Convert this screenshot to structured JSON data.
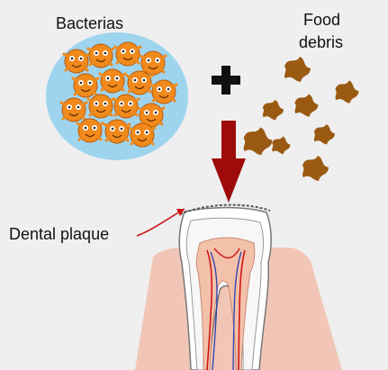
{
  "labels": {
    "bacteria": "Bacterias",
    "food_line1": "Food",
    "food_line2": "debris",
    "plaque": "Dental plaque"
  },
  "colors": {
    "background": "#efefef",
    "bacteria_circle": "#9ed4ee",
    "bacteria_body": "#f08a1c",
    "food_debris": "#9a5a12",
    "arrow": "#9e0b0b",
    "plaque_pointer": "#cc1111",
    "gum": "#f2c6b6",
    "tooth_enamel": "#ffffff",
    "pulp": "#f3c1aa",
    "nerve": "#d01818",
    "vessel": "#2b3fb0"
  },
  "icons": {
    "plus": "plus-icon",
    "arrow": "down-arrow-icon"
  }
}
